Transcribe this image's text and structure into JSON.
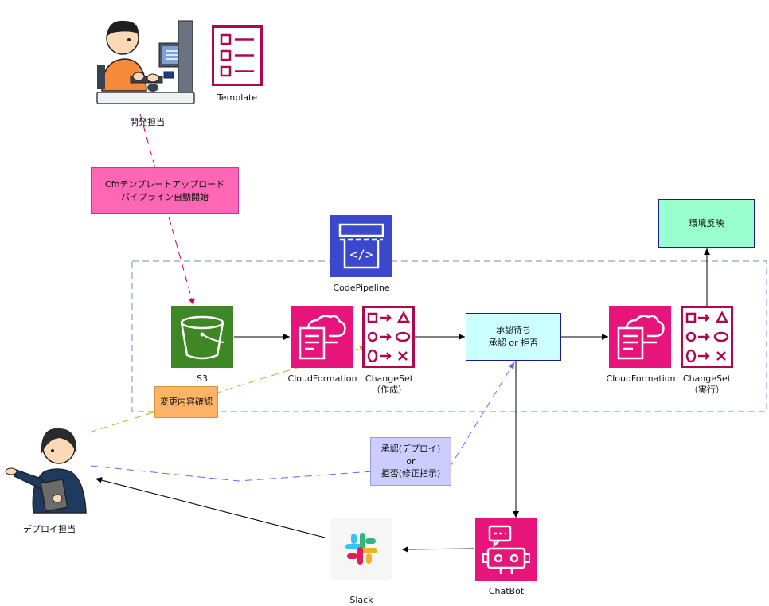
{
  "labels": {
    "developer": "開発担当",
    "template": "Template",
    "codepipeline": "CodePipeline",
    "s3": "S3",
    "cloudformation_1": "CloudFormation",
    "changeset_create_line1": "ChangeSet",
    "changeset_create_line2": "（作成）",
    "cloudformation_2": "CloudFormation",
    "changeset_exec_line1": "ChangeSet",
    "changeset_exec_line2": "（実行）",
    "deployer": "デプロイ担当",
    "slack": "Slack",
    "chatbot": "ChatBot"
  },
  "boxes": {
    "upload_line1": "Cfnテンプレートアップロード",
    "upload_line2": "パイプライン自動開始",
    "approval_wait_line1": "承認待ち",
    "approval_wait_line2": "承認 or 拒否",
    "env_reflect": "環境反映",
    "review_change": "変更内容確認",
    "approve_line1": "承認(デプロイ)",
    "approve_line2": "or",
    "approve_line3": "拒否(修正指示)"
  },
  "colors": {
    "upload_box": "#ff66b3",
    "approval_box": "#ccffff",
    "env_box": "#99ffcc",
    "review_box": "#ffb366",
    "approve_box": "#ccccff",
    "aws_pink": "#e7157b",
    "s3_green": "#3f8624",
    "codepipeline_blue": "#3b48cc",
    "dashed_region": "#6c8ebf"
  },
  "icons": [
    "developer-illustration",
    "template-icon",
    "codepipeline-icon",
    "s3-bucket-icon",
    "cloudformation-icon",
    "changeset-icon",
    "deployer-illustration",
    "slack-logo",
    "chatbot-icon"
  ]
}
